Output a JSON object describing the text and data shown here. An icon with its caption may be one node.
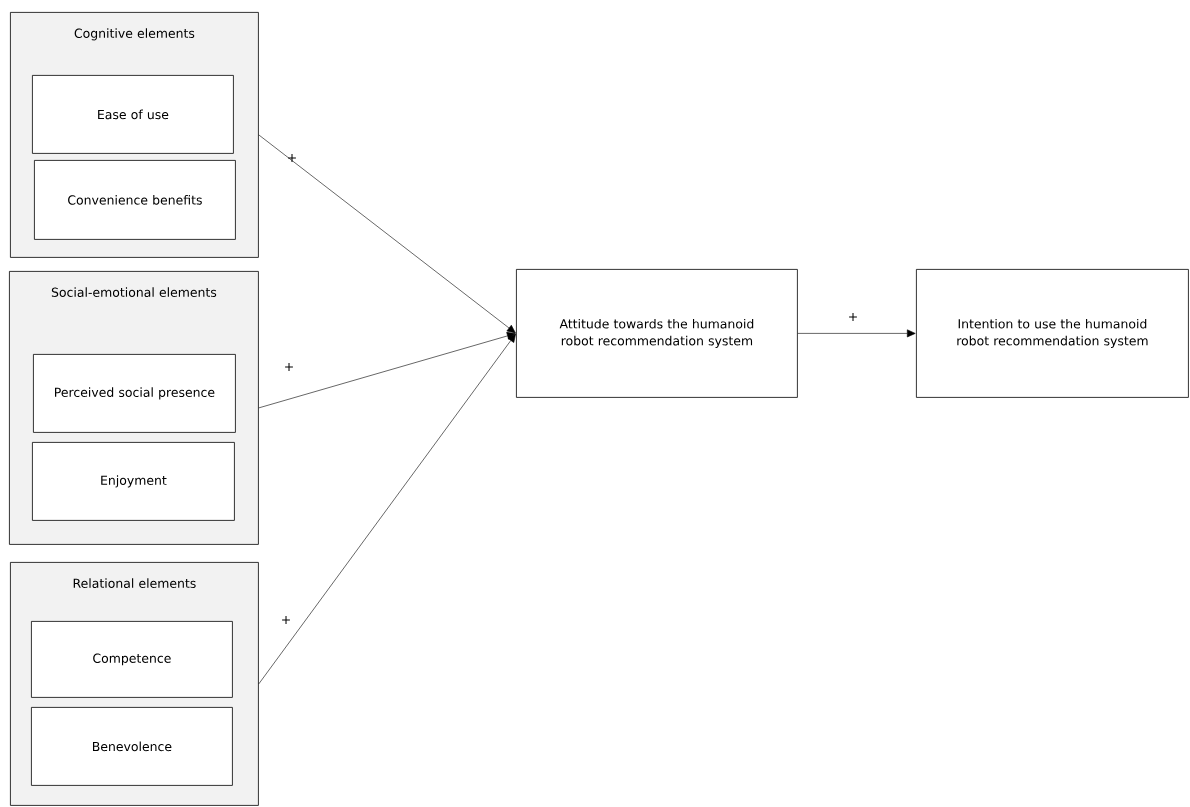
{
  "diagram": {
    "nodes": [
      {
        "text": [
          "Cognitive elements"
        ]
      },
      {
        "text": [
          "Ease of use"
        ],
        "in": 0
      },
      {
        "text": [
          "Convenience benefits"
        ],
        "in": 0
      },
      {
        "text": [
          "Social-emotional elements"
        ]
      },
      {
        "text": [
          "Perceived social presence"
        ],
        "in": 3
      },
      {
        "text": [
          "Enjoyment"
        ],
        "in": 3
      },
      {
        "text": [
          "Relational elements"
        ]
      },
      {
        "text": [
          "Competence"
        ],
        "in": 6
      },
      {
        "text": [
          "Benevolence"
        ],
        "in": 6
      },
      {
        "text": [
          "Attitude towards the humanoid robot recommendation system"
        ]
      },
      {
        "text": [
          "Intention to use the humanoid robot recommendation system"
        ]
      }
    ],
    "edges": [
      {
        "from": 0,
        "to": 9,
        "arrow": "to",
        "label": "+"
      },
      {
        "from": 3,
        "to": 9,
        "arrow": "to",
        "label": "+"
      },
      {
        "from": 6,
        "to": 9,
        "arrow": "to",
        "label": "+"
      },
      {
        "from": 9,
        "to": 10,
        "arrow": "to",
        "label": "+"
      }
    ]
  }
}
